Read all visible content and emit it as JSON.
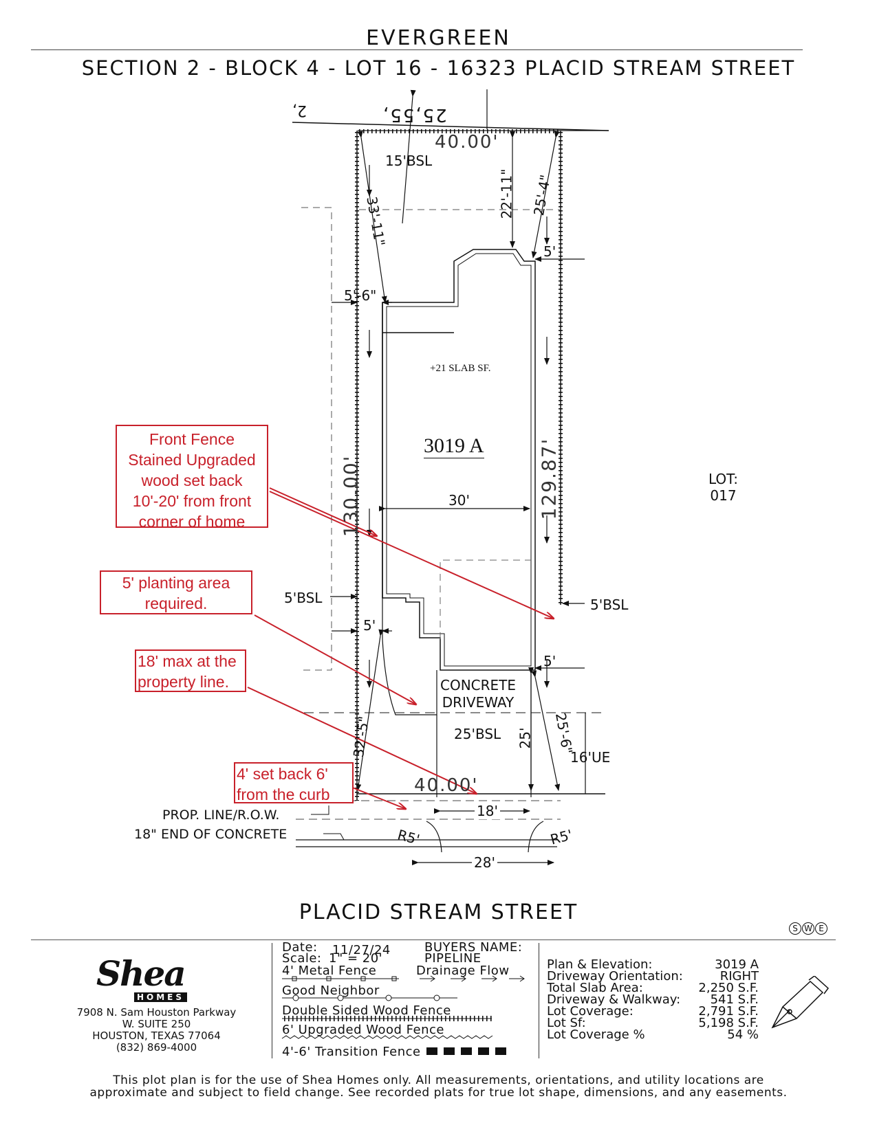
{
  "header": {
    "subdivision": "EVERGREEN",
    "lot_line": "SECTION 2 - BLOCK 4 - LOT 16 - 16323 PLACID STREAM STREET"
  },
  "plan": {
    "top_bearing": "25,55,",
    "top_mark": "2,",
    "top_width": "40.00'",
    "front_bsl": "15'BSL",
    "dim_33_11": "33'-11\"",
    "dim_22_11": "22'-11\"",
    "dim_25_4": "25'-4\"",
    "dim_5_top": "5'",
    "dim_5_6": "5'-6\"",
    "slab_note": "+21 SLAB SF.",
    "plan_code": "3019 A",
    "house_width": "30'",
    "left_depth": "130.00'",
    "right_depth": "129.87'",
    "left_side_bsl": "5'BSL",
    "right_side_bsl": "5'BSL",
    "dim_5_left": "5'",
    "dim_5_right": "5'",
    "driveway": [
      "CONCRETE",
      "DRIVEWAY"
    ],
    "rear_bsl": "25'BSL",
    "dim_32_5": "32'-5\"",
    "dim_25": "25'",
    "dim_25_6": "25'-6\"",
    "ue": "16'UE",
    "bottom_width": "40.00'",
    "dim_18": "18'",
    "dim_28": "28'",
    "r5_left": "R5'",
    "r5_right": "R5'",
    "prop_line": "PROP. LINE/R.O.W.",
    "end_concrete": "18\" END OF CONCRETE",
    "adjacent_lot": [
      "LOT:",
      "017"
    ],
    "street": "PLACID STREAM STREET",
    "swe": [
      "S",
      "W",
      "E"
    ]
  },
  "callouts": {
    "front_fence": [
      "Front Fence",
      "Stained Upgraded",
      "wood set back",
      "10'-20' from front",
      "corner of home"
    ],
    "planting": [
      "5' planting area",
      "required."
    ],
    "max18": [
      "18' max at the",
      "property line."
    ],
    "setback4": [
      "4' set back 6'",
      "from the curb"
    ],
    "color": "#c8202a"
  },
  "company": {
    "logo_name": "Shea",
    "logo_sub": "HOMES",
    "address": [
      "7908 N. Sam Houston Parkway",
      "W. SUITE 250",
      "HOUSTON, TEXAS 77064",
      "(832) 869-4000"
    ]
  },
  "legend": {
    "date_label": "Date:",
    "date_value": "11/27/24",
    "scale_label": "Scale:",
    "scale_value": "1\" = 20'",
    "buyers_label": "BUYERS NAME:",
    "buyers_value": "PIPELINE",
    "metal_fence": "4' Metal Fence",
    "drainage": "Drainage Flow",
    "good_neighbor": "Good Neighbor",
    "double_sided": "Double Sided Wood Fence",
    "upgraded": "6' Upgraded Wood Fence",
    "transition": "4'-6' Transition Fence"
  },
  "stats": [
    {
      "label": "Plan & Elevation:",
      "value": "3019 A"
    },
    {
      "label": "Driveway Orientation:",
      "value": "RIGHT"
    },
    {
      "label": "Total Slab Area:",
      "value": "2,250 S.F."
    },
    {
      "label": "Driveway & Walkway:",
      "value": "541 S.F."
    },
    {
      "label": "Lot Coverage:",
      "value": "2,791 S.F."
    },
    {
      "label": "Lot Sf:",
      "value": "5,198 S.F."
    },
    {
      "label": "Lot Coverage %",
      "value": "54 %"
    }
  ],
  "footer": {
    "note_line1": "This plot plan is for the use of Shea Homes only. All measurements, orientations, and utility locations are",
    "note_line2": "approximate and subject to field change. See recorded plats for true lot shape, dimensions, and any easements."
  }
}
